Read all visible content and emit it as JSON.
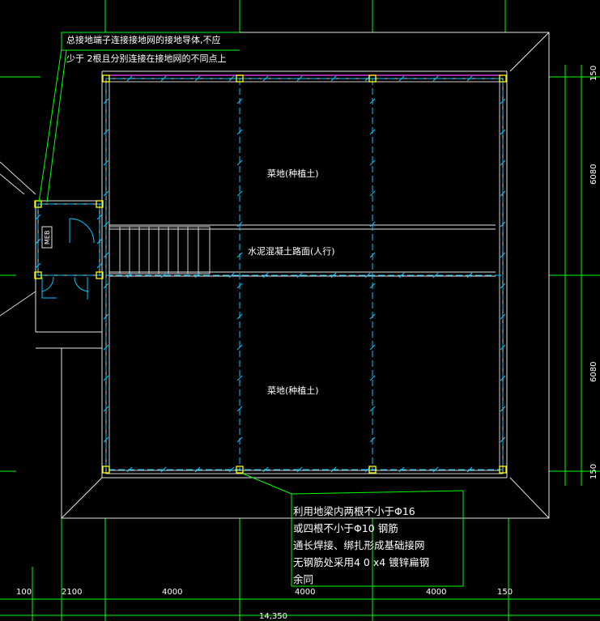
{
  "colors": {
    "background": "#000000",
    "axis_green": "#00ff00",
    "wall_white": "#e6e6e6",
    "grid_cyan": "#00c8ff",
    "hatch_cyan": "#00c8ff",
    "node_yellow": "#ffff00",
    "roof_magenta": "#ff44ff",
    "leader_green": "#00ff00"
  },
  "notes": {
    "top_line1": "总接地端子连接接地网的接地导体,不应",
    "top_line2": "少于 2根且分别连接在接地网的不同点上",
    "bottom_line1": "利用地梁内两根不小于Φ16",
    "bottom_line2": "或四根不小于Φ10 钢筋",
    "bottom_line3": "通长焊接、绑扎形成基础接网",
    "bottom_line4": "无钢筋处采用4 0 x4 镀锌扁钢",
    "bottom_line5": "余同"
  },
  "rooms": {
    "top_garden": "菜地(种植土)",
    "path": "水泥混凝土路面(人行)",
    "bottom_garden": "菜地(种植土)"
  },
  "equipment": {
    "meb_box": "MEB"
  },
  "dimensions": {
    "right": [
      "150",
      "6080",
      "6080",
      "150"
    ],
    "bottom": [
      "100",
      "2100",
      "4000",
      "4000",
      "4000",
      "150"
    ],
    "total": "14,350"
  }
}
